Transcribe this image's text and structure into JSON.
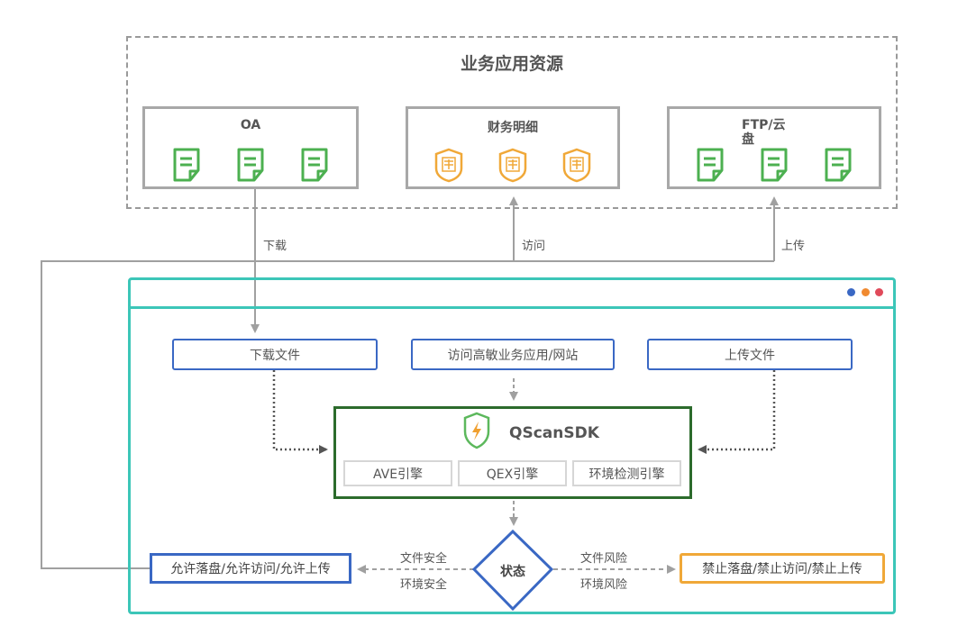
{
  "resources": {
    "title": "业务应用资源",
    "boxes": [
      {
        "label": "OA",
        "icon": "document-icon",
        "icon_count": 3,
        "icon_color": "#4cb050"
      },
      {
        "label": "财务明细",
        "icon": "secret-shield-icon",
        "icon_count": 3,
        "icon_color": "#f0a838"
      },
      {
        "label": "FTP/云盘",
        "icon": "document-icon",
        "icon_count": 3,
        "icon_color": "#4cb050"
      }
    ]
  },
  "edges": {
    "download": "下载",
    "access": "访问",
    "upload": "上传"
  },
  "app": {
    "window_dots": [
      "#3a68c4",
      "#f08a30",
      "#e04a5a"
    ],
    "actions": {
      "download_file": "下载文件",
      "access_app": "访问高敏业务应用/网站",
      "upload_file": "上传文件"
    },
    "sdk": {
      "name": "QScanSDK",
      "engines": [
        "AVE引擎",
        "QEX引擎",
        "环境检测引擎"
      ]
    },
    "decision": {
      "label": "状态",
      "safe_labels": [
        "文件安全",
        "环境安全"
      ],
      "risk_labels": [
        "文件风险",
        "环境风险"
      ]
    },
    "results": {
      "allow": "允许落盘/允许访问/允许上传",
      "deny": "禁止落盘/禁止访问/禁止上传"
    }
  },
  "colors": {
    "teal_frame": "#3cc6b8",
    "blue_box": "#3a68c4",
    "sdk_border": "#2c6b2c",
    "green_icon": "#4cb050",
    "orange_icon": "#f0a838",
    "gray_line": "#a0a0a0"
  }
}
